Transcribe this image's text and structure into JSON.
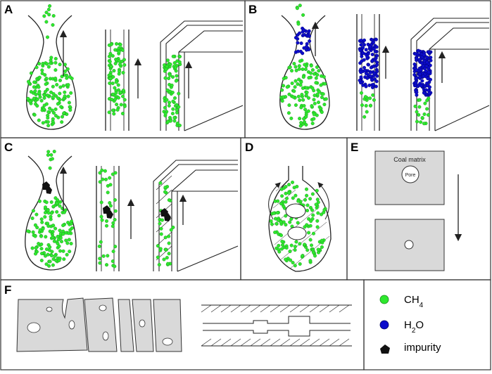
{
  "panels": {
    "a": {
      "label": "A"
    },
    "b": {
      "label": "B"
    },
    "c": {
      "label": "C"
    },
    "d": {
      "label": "D"
    },
    "e": {
      "label": "E",
      "matrix_label": "Coal matrix",
      "pore_label": "Pore"
    },
    "f": {
      "label": "F"
    }
  },
  "legend": {
    "ch4": {
      "base": "CH",
      "sub": "4",
      "color": "#2ee82e",
      "icon": "green-circle-icon"
    },
    "h2o": {
      "base": "H",
      "sub": "2",
      "tail": "O",
      "color": "#0c0ccc",
      "icon": "blue-circle-icon"
    },
    "impurity": {
      "label": "impurity",
      "color": "#111111",
      "icon": "black-pentagon-icon"
    }
  },
  "colors": {
    "border": "#333333",
    "matrix_fill": "#d9d9d9",
    "line": "#222222"
  }
}
